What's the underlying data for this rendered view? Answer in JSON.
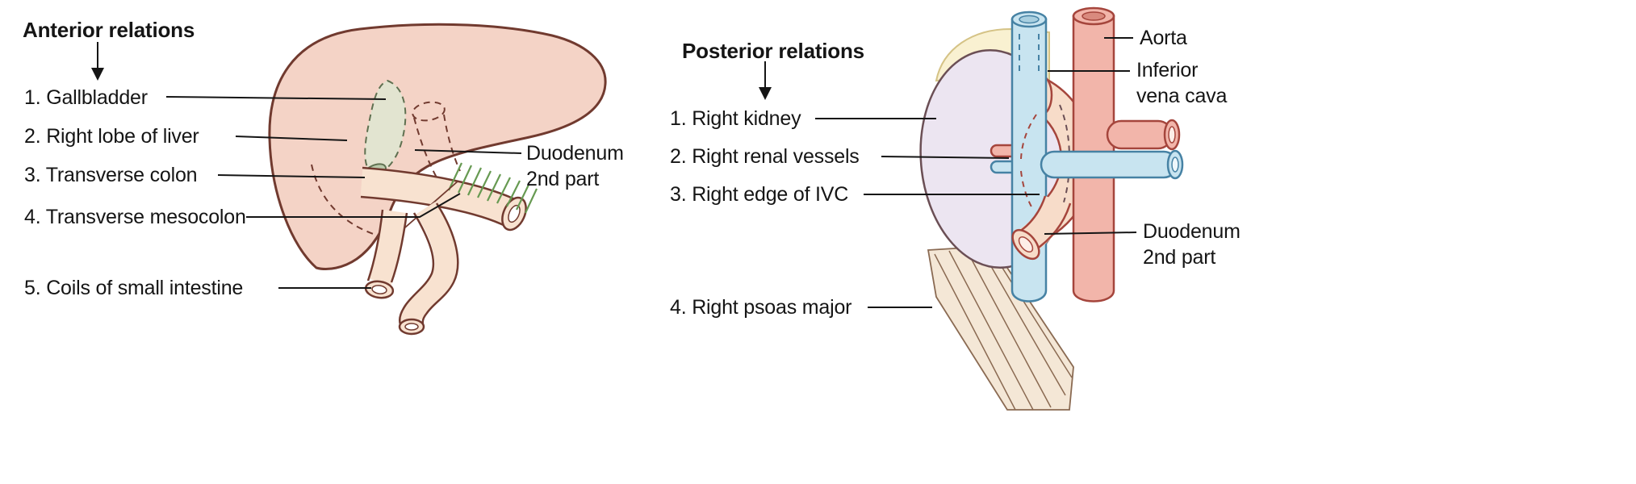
{
  "figure": {
    "left": {
      "title": "Anterior relations",
      "items": [
        "1. Gallbladder",
        "2. Right lobe of liver",
        "3. Transverse colon",
        "4. Transverse mesocolon",
        "5. Coils of small intestine"
      ],
      "annotation": [
        "Duodenum",
        "2nd part"
      ]
    },
    "right": {
      "title": "Posterior relations",
      "items": [
        "1. Right kidney",
        "2. Right renal vessels",
        "3. Right edge of IVC",
        "4. Right psoas major"
      ],
      "annotations": {
        "aorta": "Aorta",
        "ivc": [
          "Inferior",
          "vena cava"
        ],
        "duodenum": [
          "Duodenum",
          "2nd part"
        ]
      }
    },
    "icons": {
      "down_arrow_left": "down-arrow",
      "down_arrow_right": "down-arrow"
    },
    "colors": {
      "liver": "#f4d3c6",
      "organ_outline": "#713a2f",
      "duodenum_tube": "#f8e2d0",
      "gallbladder": "#dcead3",
      "mesocolon_green": "#679a52",
      "kidney": "#ece5f1",
      "suprarenal": "#f9f1d1",
      "psoas": "#f4e7d6",
      "ivc_blue": "#c8e4f0",
      "aorta_pink": "#f2b5aa",
      "vessel_red_outline": "#a5453c",
      "vessel_blue_outline": "#4682a4",
      "text": "#151515"
    }
  }
}
